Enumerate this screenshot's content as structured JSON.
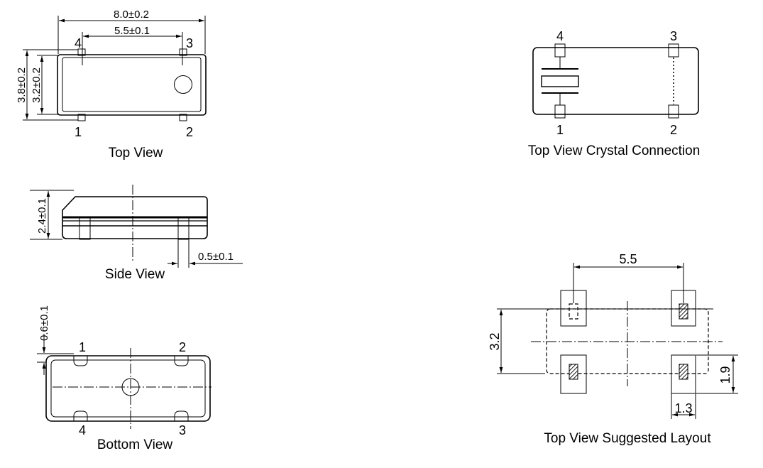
{
  "top_view": {
    "caption": "Top View",
    "dim_length": "8.0±0.2",
    "dim_pitch": "5.5±0.1",
    "dim_width_outer": "3.8±0.2",
    "dim_width_inner": "3.2±0.2",
    "pins": [
      "1",
      "2",
      "3",
      "4"
    ]
  },
  "side_view": {
    "caption": "Side View",
    "dim_height": "2.4±0.1",
    "dim_lead": "0.5±0.1"
  },
  "bottom_view": {
    "caption": "Bottom View",
    "dim_standoff": "0.6±0.1",
    "pins": [
      "1",
      "2",
      "3",
      "4"
    ]
  },
  "crystal_connection": {
    "caption": "Top View Crystal Connection",
    "pins": [
      "1",
      "2",
      "3",
      "4"
    ]
  },
  "suggested_layout": {
    "caption": "Top View Suggested Layout",
    "dim_pitch": "5.5",
    "dim_row": "3.2",
    "dim_pad_h": "1.9",
    "dim_pad_w": "1.3"
  }
}
